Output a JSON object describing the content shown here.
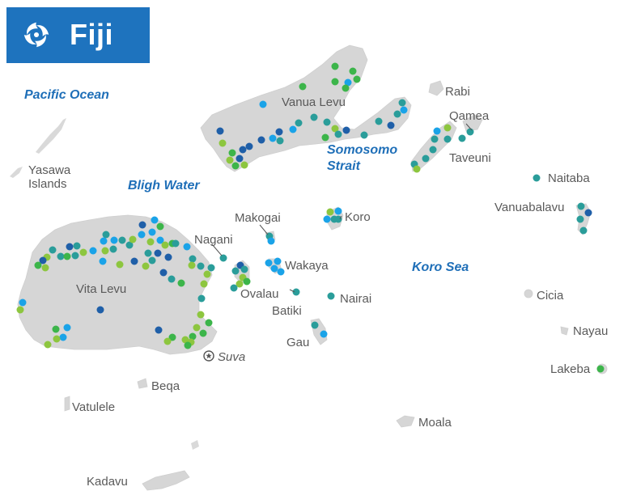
{
  "title": "Fiji",
  "title_icon": "cyclone-icon",
  "colors": {
    "title_bg": "#1e73be",
    "land": "#d6d6d6",
    "water_label": "#1f6fb8",
    "island_label": "#5a5a5a",
    "site_colors": [
      "#1f5fa8",
      "#1aa3e8",
      "#2a9d9a",
      "#3cb54a",
      "#8dc63f"
    ]
  },
  "water_labels": {
    "pacific": "Pacific Ocean",
    "bligh": "Bligh Water",
    "somosomo_1": "Somosomo",
    "somosomo_2": "Strait",
    "koro_sea": "Koro Sea"
  },
  "island_labels": {
    "vanua_levu": "Vanua Levu",
    "rabi": "Rabi",
    "qamea": "Qamea",
    "taveuni": "Taveuni",
    "naitaba": "Naitaba",
    "vanuabalavu": "Vanuabalavu",
    "yasawa_1": "Yasawa",
    "yasawa_2": "Islands",
    "makogai": "Makogai",
    "koro": "Koro",
    "nagani": "Nagani",
    "wakaya": "Wakaya",
    "vita_levu": "Vita Levu",
    "ovalau": "Ovalau",
    "batiki": "Batiki",
    "nairai": "Nairai",
    "gau": "Gau",
    "cicia": "Cicia",
    "nayau": "Nayau",
    "lakeba": "Lakeba",
    "beqa": "Beqa",
    "vatulele": "Vatulele",
    "moala": "Moala",
    "kadavu": "Kadavu"
  },
  "capital": {
    "name": "Suva",
    "icon": "capital-star-icon"
  }
}
